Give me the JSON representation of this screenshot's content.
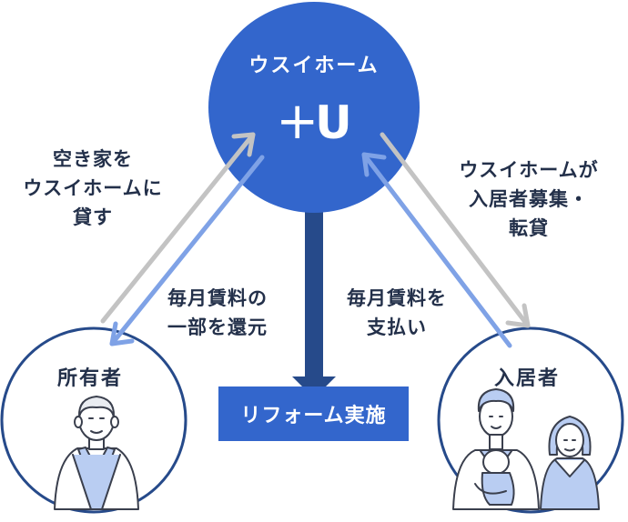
{
  "center": {
    "title": "ウスイホーム",
    "logo_plus": "+",
    "logo_letter": "U"
  },
  "owner": {
    "label": "所有者"
  },
  "resident": {
    "label": "入居者"
  },
  "reform": {
    "label": "リフォーム実施"
  },
  "labels": {
    "lend_house": "空き家を\nウスイホームに\n貸す",
    "recruit": "ウスイホームが\n入居者募集・\n転貸",
    "return_rent": "毎月賃料の\n一部を還元",
    "pay_rent": "毎月賃料を\n支払い"
  },
  "colors": {
    "brand_blue": "#3366cc",
    "dark_navy": "#264a8a",
    "light_blue": "#7fa2e6",
    "gray_arrow": "#c3c3c3",
    "text": "#23304a",
    "figure_fill": "#b9cdf2"
  }
}
